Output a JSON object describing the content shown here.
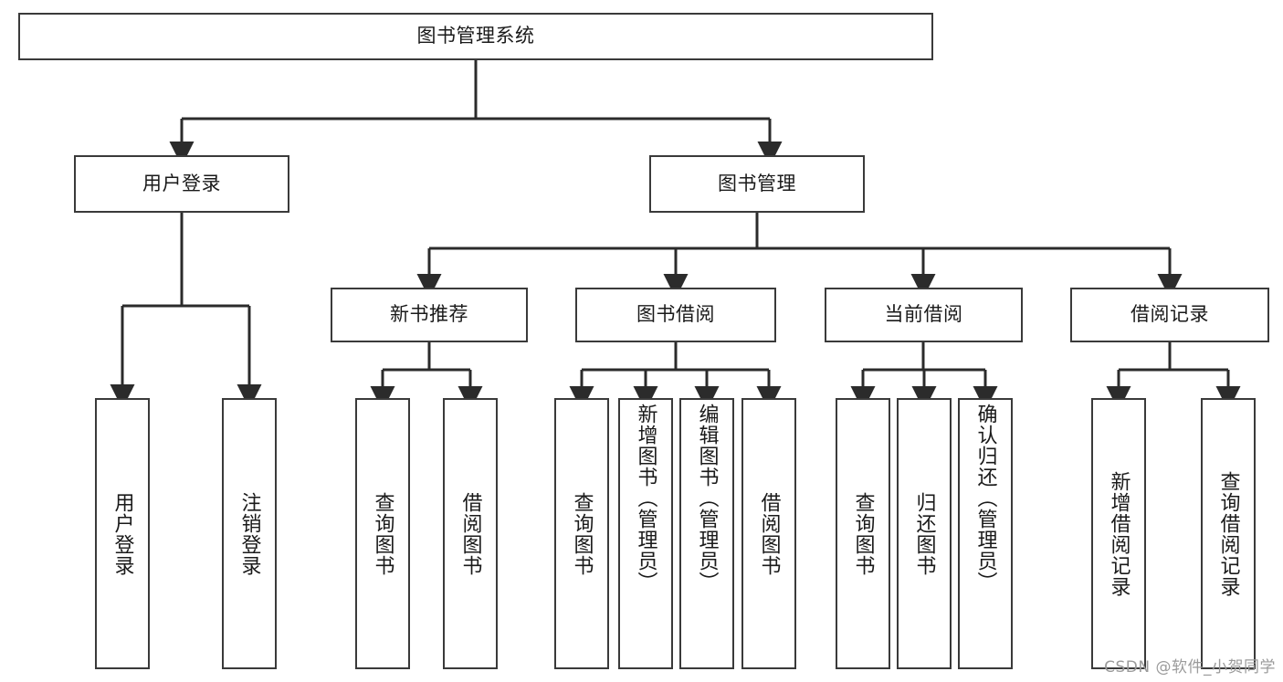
{
  "diagram": {
    "title": "图书管理系统",
    "type": "hierarchy-tree",
    "colors": {
      "background": "#ffffff",
      "box_border": "#3a3a3a",
      "box_fill": "#ffffff",
      "connector": "#2b2b2b",
      "text": "#1a1a1a",
      "watermark": "#9b9b9b"
    },
    "root": {
      "label": "图书管理系统"
    },
    "level2": [
      {
        "label": "用户登录"
      },
      {
        "label": "图书管理"
      }
    ],
    "level3": [
      {
        "label": "新书推荐"
      },
      {
        "label": "图书借阅"
      },
      {
        "label": "当前借阅"
      },
      {
        "label": "借阅记录"
      }
    ],
    "leaves": {
      "user_login": [
        {
          "label": "用户登录"
        },
        {
          "label": "注销登录"
        }
      ],
      "new_book_recommend": [
        {
          "label": "查询图书"
        },
        {
          "label": "借阅图书"
        }
      ],
      "book_borrow": [
        {
          "label": "查询图书"
        },
        {
          "label": "新增图书（管理员）"
        },
        {
          "label": "编辑图书（管理员）"
        },
        {
          "label": "借阅图书"
        }
      ],
      "current_borrow": [
        {
          "label": "查询图书"
        },
        {
          "label": "归还图书"
        },
        {
          "label": "确认归还（管理员）"
        }
      ],
      "borrow_record": [
        {
          "label": "新增借阅记录"
        },
        {
          "label": "查询借阅记录"
        }
      ]
    }
  },
  "watermark": {
    "text": "CSDN @软件_小贺同学"
  }
}
